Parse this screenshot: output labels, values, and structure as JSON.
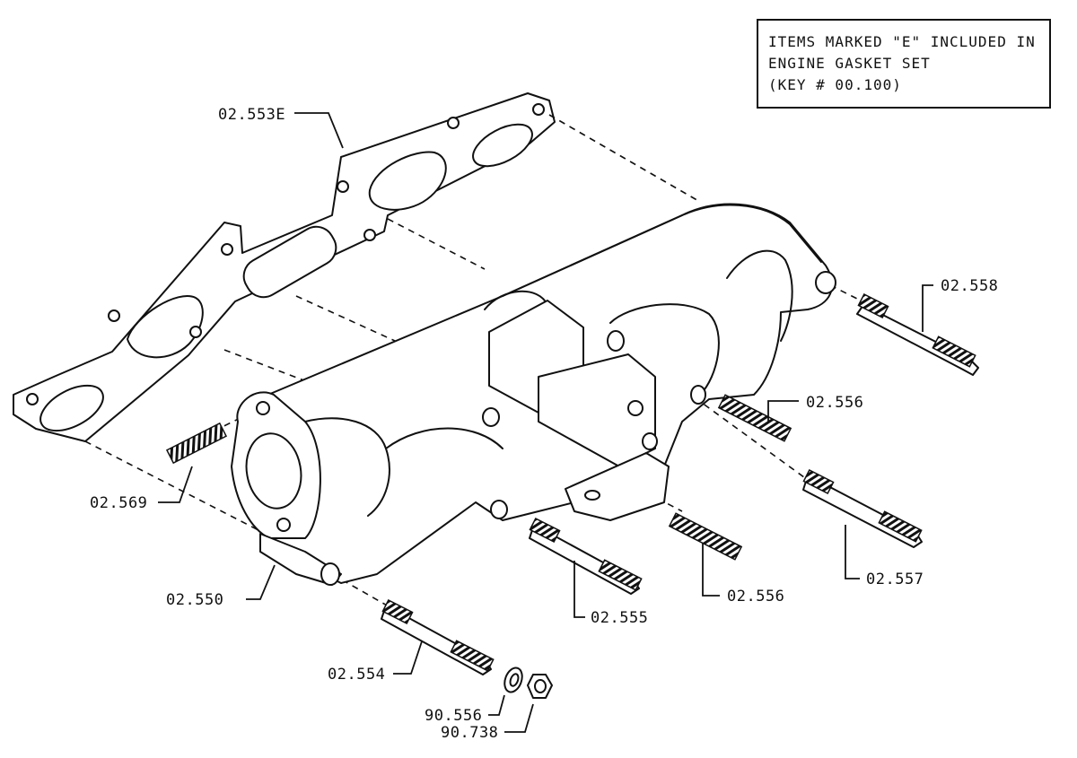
{
  "note": {
    "line1": "ITEMS MARKED \"E\" INCLUDED IN",
    "line2": "ENGINE GASKET SET",
    "line3": "(KEY # 00.100)"
  },
  "labels": {
    "gasket": "02.553E",
    "stud_top_right": "02.558",
    "stud_short_right": "02.556",
    "stud_long_right": "02.557",
    "stud_short_bottom": "02.556",
    "stud_center_bottom": "02.555",
    "stud_left": "02.569",
    "manifold": "02.550",
    "stud_front_long": "02.554",
    "washer": "90.556",
    "nut": "90.738"
  }
}
